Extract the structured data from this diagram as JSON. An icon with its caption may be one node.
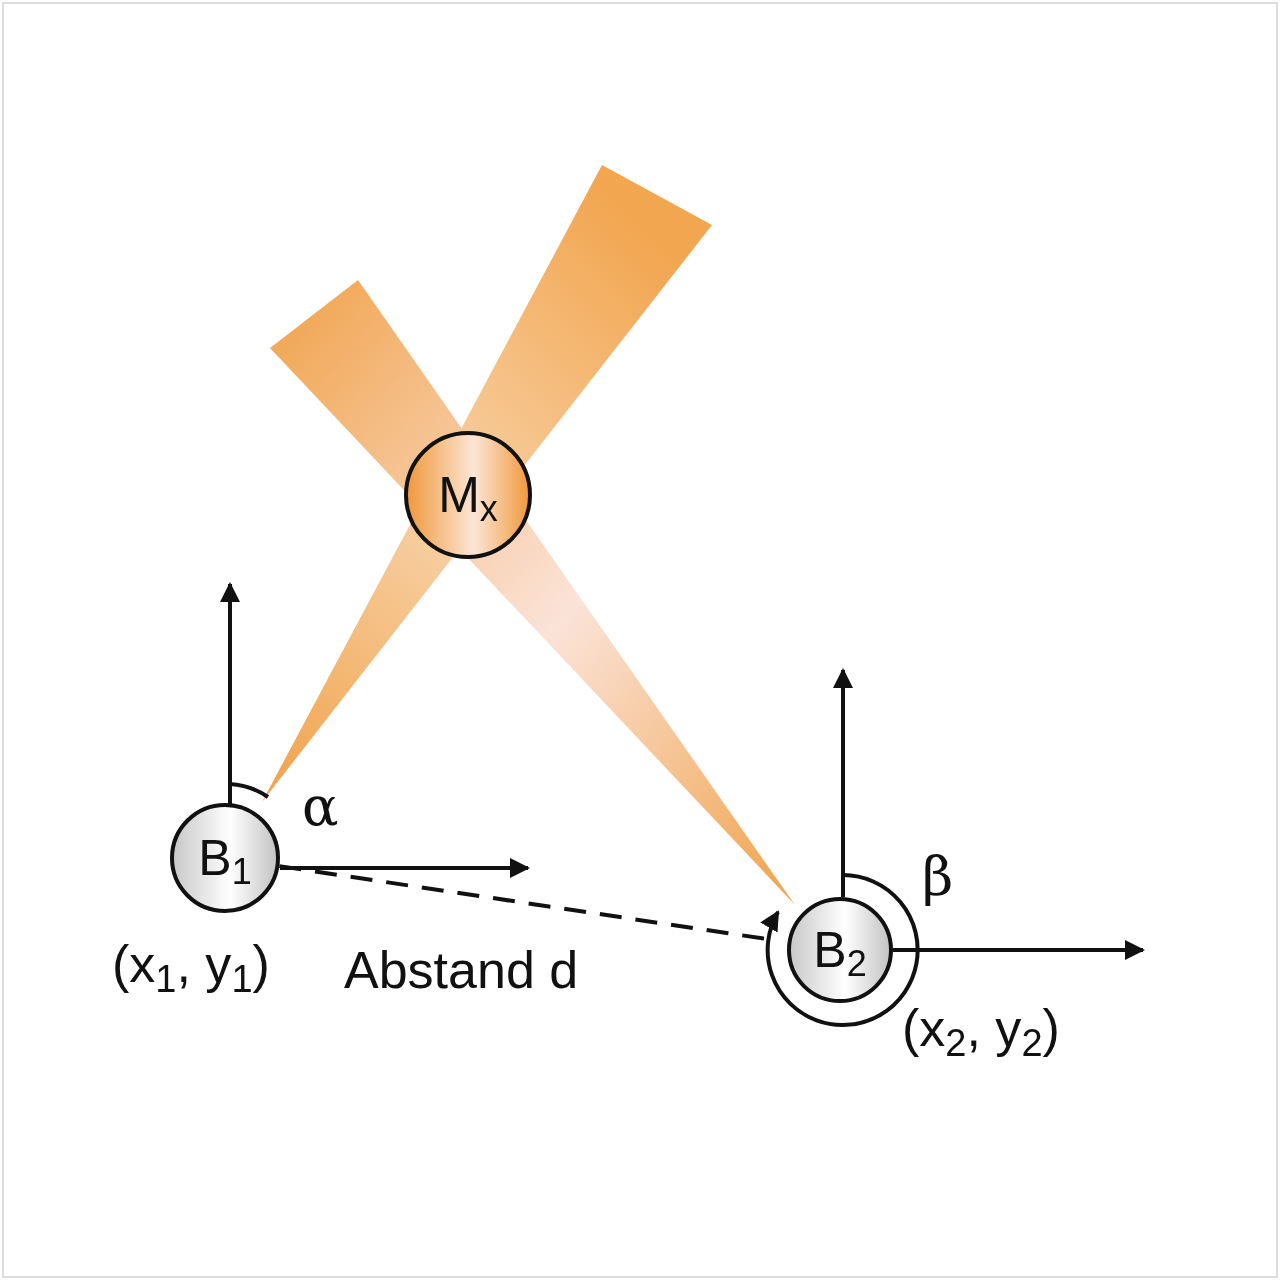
{
  "diagram": {
    "nodes": [
      {
        "text": [
          "M$_{x}$"
        ]
      },
      {
        "text": [
          "B$_{1}$"
        ],
        "beside": [
          "(x$_{1}$, y$_{1}$)"
        ]
      },
      {
        "text": [
          "B$_{2}$"
        ],
        "beside": [
          "(x$_{2}$, y$_{2}$)"
        ]
      }
    ],
    "edges": [
      {
        "from": 1,
        "to": 2,
        "arrow": "none",
        "style": "dashed",
        "label": "Abstand d"
      }
    ],
    "labels": [
      "α",
      "β"
    ]
  }
}
